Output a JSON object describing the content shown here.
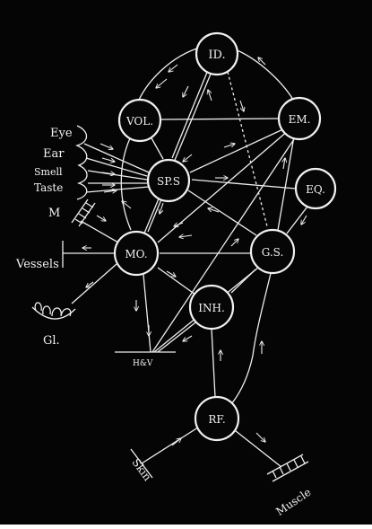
{
  "diagram": {
    "background": "#050505",
    "stroke_color": "#eeeeee",
    "nodes": {
      "id": "ID.",
      "vol": "VOL.",
      "em": "EM.",
      "sps": "SP.S",
      "eq": "EQ.",
      "mo": "MO.",
      "gs": "G.S.",
      "inh": "INH.",
      "rf": "RF."
    },
    "labels": {
      "eye": "Eye",
      "ear": "Ear",
      "smell": "Smell",
      "taste": "Taste",
      "m": "M",
      "vessels": "Vessels",
      "gl": "Gl.",
      "hv": "H&V",
      "skin": "Skin",
      "muscle": "Muscle"
    }
  }
}
